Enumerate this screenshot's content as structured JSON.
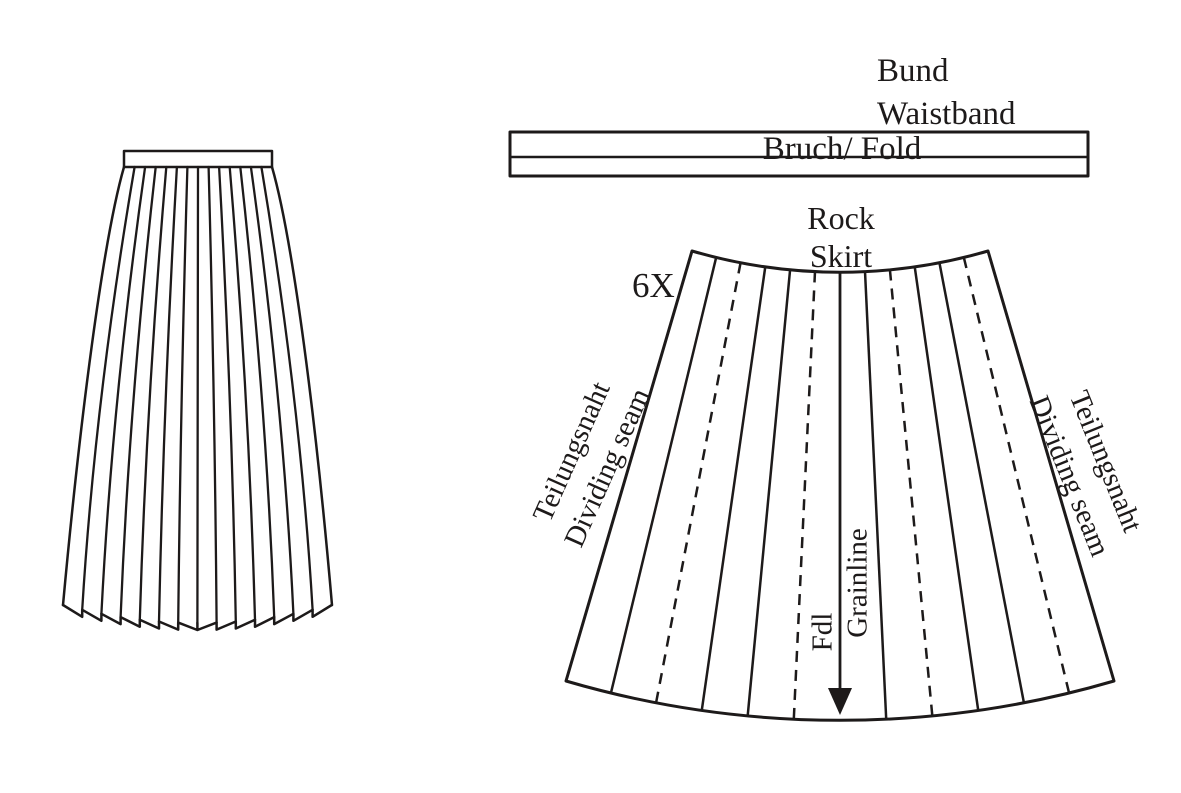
{
  "page": {
    "background_color": "#ffffff",
    "ink_color": "#1d1a1a",
    "description": "Sewing pattern diagram for a pleated skirt"
  },
  "labels": {
    "bund": "Bund",
    "waistband": "Waistband",
    "bruch_fold": "Bruch/ Fold",
    "rock": "Rock",
    "skirt": "Skirt",
    "cut_count": "6X",
    "seam_de": "Teilungsnaht",
    "seam_en": "Dividing seam",
    "fdl": "Fdl",
    "grainline": "Grainline"
  }
}
